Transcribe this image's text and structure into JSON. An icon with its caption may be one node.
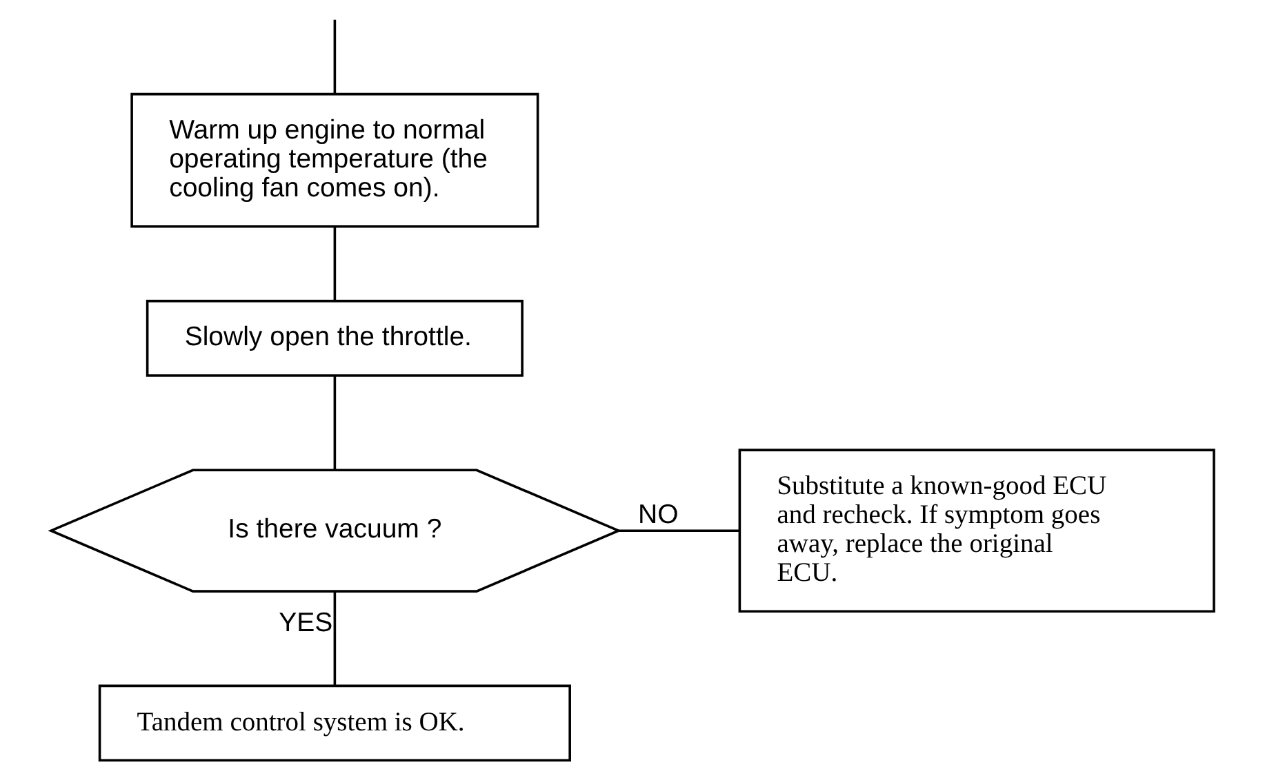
{
  "diagram": {
    "nodes": [
      {
        "text": [
          "Warm up engine to normal operating temperature (the cooling fan comes on)."
        ]
      },
      {
        "text": [
          "Slowly open the throttle."
        ]
      },
      {
        "text": [
          "Is there vacuum ?"
        ]
      },
      {
        "text": [
          "Substitute a known-good ECU and recheck. If symptom goes away, replace the original ECU."
        ]
      },
      {
        "text": [
          "Tandem control system is OK."
        ]
      }
    ],
    "edges": [
      {
        "from": null,
        "to": 0,
        "arrow": "none"
      },
      {
        "from": 0,
        "to": 1,
        "arrow": "none"
      },
      {
        "from": 1,
        "to": 2,
        "arrow": "none"
      },
      {
        "from": 2,
        "to": 3,
        "arrow": "none",
        "label": "NO"
      },
      {
        "from": 2,
        "to": 4,
        "arrow": "none",
        "label": "YES"
      }
    ]
  }
}
